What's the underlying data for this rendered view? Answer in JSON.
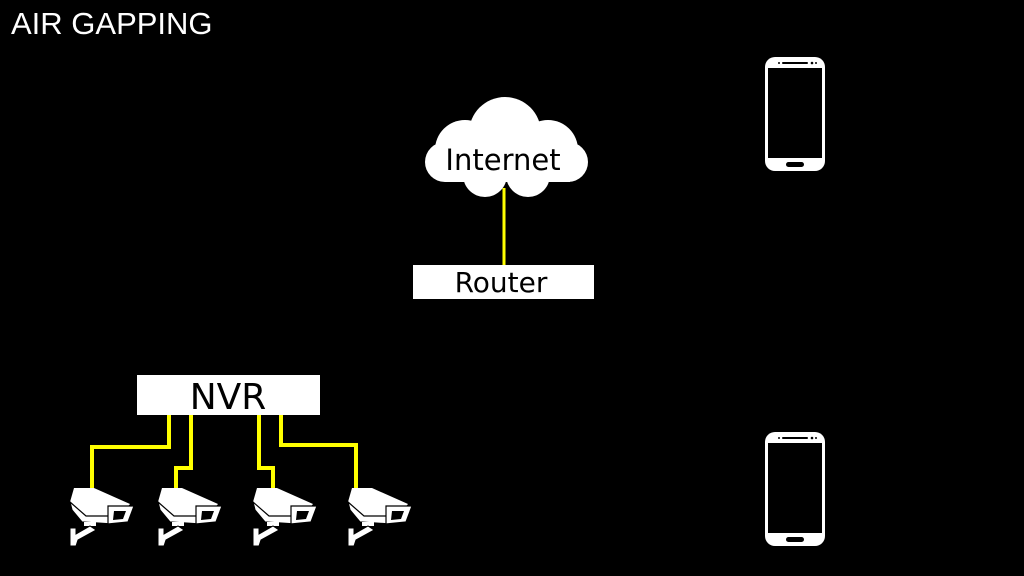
{
  "title": "AIR GAPPING",
  "colors": {
    "background": "#000000",
    "foreground": "#ffffff",
    "cable": "#ffff00"
  },
  "nodes": {
    "internet": {
      "label": "Internet",
      "icon": "cloud-icon"
    },
    "router": {
      "label": "Router"
    },
    "nvr": {
      "label": "NVR"
    },
    "phones": [
      {
        "icon": "smartphone-icon",
        "group": "internet-side"
      },
      {
        "icon": "smartphone-icon",
        "group": "nvr-side"
      }
    ],
    "cameras": [
      {
        "icon": "security-camera-icon"
      },
      {
        "icon": "security-camera-icon"
      },
      {
        "icon": "security-camera-icon"
      },
      {
        "icon": "security-camera-icon"
      }
    ]
  },
  "connections": [
    {
      "from": "internet",
      "to": "router"
    },
    {
      "from": "nvr",
      "to": "camera-1"
    },
    {
      "from": "nvr",
      "to": "camera-2"
    },
    {
      "from": "nvr",
      "to": "camera-3"
    },
    {
      "from": "nvr",
      "to": "camera-4"
    }
  ]
}
